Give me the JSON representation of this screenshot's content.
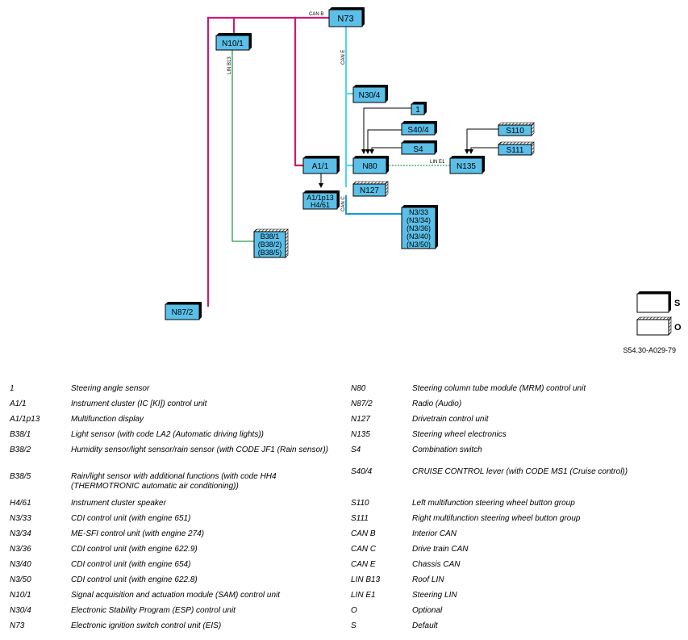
{
  "diagram": {
    "nodes": {
      "N73": "N73",
      "N10_1": "N10/1",
      "N30_4": "N30/4",
      "n1": "1",
      "S40_4": "S40/4",
      "S4": "S4",
      "S110": "S110",
      "S111": "S111",
      "A1_1": "A1/1",
      "N80": "N80",
      "N135": "N135",
      "N127": "N127",
      "A1p13_line1": "A1/1p13",
      "A1p13_line2": "H4/61",
      "N3_lines": [
        "N3/33",
        "(N3/34)",
        "(N3/36)",
        "(N3/40)",
        "(N3/50)"
      ],
      "B38_lines": [
        "B38/1",
        "(B38/2)",
        "(B38/5)"
      ],
      "N87_2": "N87/2"
    },
    "bus_labels": {
      "can_b": "CAN B",
      "can_e": "CAN E",
      "can_c": "CAN C",
      "lin_b13": "LIN B13",
      "lin_e1": "LIN E1"
    },
    "key": {
      "s": "S",
      "o": "O"
    },
    "figure_id": "S54.30-A029-79",
    "colors": {
      "box_fill": "#5bbfe8",
      "can_b": "#cc1a6e",
      "can_e": "#4fd8ea",
      "can_c": "#1d9bd0",
      "lin": "#2d9a4a"
    }
  },
  "legend": {
    "left": [
      {
        "code": "1",
        "desc": "Steering angle sensor"
      },
      {
        "code": "A1/1",
        "desc": "Instrument cluster (IC [KI]) control unit"
      },
      {
        "code": "A1/1p13",
        "desc": "Multifunction display"
      },
      {
        "code": "B38/1",
        "desc": "Light sensor (with code LA2 (Automatic driving lights))"
      },
      {
        "code": "B38/2",
        "desc": "Humidity sensor/light sensor/rain sensor (with CODE JF1 (Rain sensor))"
      },
      {
        "code": "B38/5",
        "desc": "Rain/light sensor with additional functions (with code HH4 (THERMOTRONIC automatic air conditioning))"
      },
      {
        "code": "H4/61",
        "desc": "Instrument cluster speaker"
      },
      {
        "code": "N3/33",
        "desc": "CDI control unit (with engine 651)"
      },
      {
        "code": "N3/34",
        "desc": "ME-SFI control unit (with engine 274)"
      },
      {
        "code": "N3/36",
        "desc": "CDI control unit (with engine 622.9)"
      },
      {
        "code": "N3/40",
        "desc": "CDI control unit (with engine 654)"
      },
      {
        "code": "N3/50",
        "desc": "CDI control unit (with engine 622.8)"
      },
      {
        "code": "N10/1",
        "desc": "Signal acquisition and actuation module (SAM) control unit"
      },
      {
        "code": "N30/4",
        "desc": "Electronic Stability Program (ESP) control unit"
      },
      {
        "code": "N73",
        "desc": "Electronic ignition switch control unit (EIS)"
      }
    ],
    "right": [
      {
        "code": "N80",
        "desc": "Steering column tube module (MRM) control unit"
      },
      {
        "code": "N87/2",
        "desc": "Radio (Audio)"
      },
      {
        "code": "N127",
        "desc": "Drivetrain control unit"
      },
      {
        "code": "N135",
        "desc": "Steering wheel electronics"
      },
      {
        "code": "S4",
        "desc": "Combination switch"
      },
      {
        "code": "S40/4",
        "desc": "CRUISE CONTROL lever (with CODE  MS1 (Cruise control))"
      },
      {
        "code": "S110",
        "desc": "Left multifunction steering wheel button group"
      },
      {
        "code": "S111",
        "desc": "Right multifunction steering wheel button group"
      },
      {
        "code": "CAN B",
        "desc": "Interior CAN"
      },
      {
        "code": "CAN C",
        "desc": "Drive train CAN"
      },
      {
        "code": "CAN E",
        "desc": "Chassis CAN"
      },
      {
        "code": "LIN B13",
        "desc": "Roof LIN"
      },
      {
        "code": "LIN E1",
        "desc": "Steering LIN"
      },
      {
        "code": "O",
        "desc": "Optional"
      },
      {
        "code": "S",
        "desc": "Default"
      }
    ]
  }
}
